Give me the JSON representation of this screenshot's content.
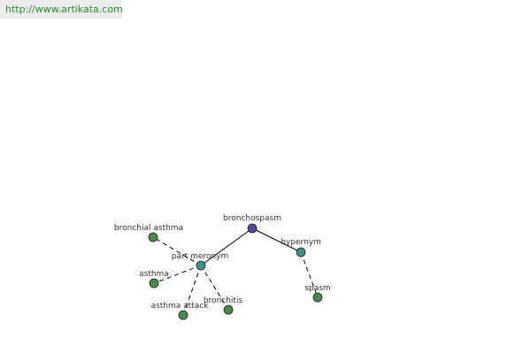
{
  "site_link": {
    "text": "http://www.artikata.com"
  },
  "colors": {
    "root": "#4a4f9c",
    "relation": "#3f8f8a",
    "leaf": "#4c8a4c",
    "edge": "#000000",
    "link": "#2e8b2e"
  },
  "graph": {
    "nodes": [
      {
        "id": "bronchospasm",
        "label": "bronchospasm",
        "kind": "root"
      },
      {
        "id": "part-meronym",
        "label": "part meronym",
        "kind": "relation"
      },
      {
        "id": "hypernym",
        "label": "hypernym",
        "kind": "relation"
      },
      {
        "id": "bronchial-asthma",
        "label": "bronchial asthma",
        "kind": "leaf"
      },
      {
        "id": "asthma",
        "label": "asthma",
        "kind": "leaf"
      },
      {
        "id": "asthma-attack",
        "label": "asthma attack",
        "kind": "leaf"
      },
      {
        "id": "bronchitis",
        "label": "bronchitis",
        "kind": "leaf"
      },
      {
        "id": "spasm",
        "label": "spasm",
        "kind": "leaf"
      }
    ],
    "edges": [
      {
        "from": "bronchospasm",
        "to": "part-meronym",
        "style": "solid"
      },
      {
        "from": "bronchospasm",
        "to": "hypernym",
        "style": "solid"
      },
      {
        "from": "part-meronym",
        "to": "bronchial-asthma",
        "style": "dashed"
      },
      {
        "from": "part-meronym",
        "to": "asthma",
        "style": "dashed"
      },
      {
        "from": "part-meronym",
        "to": "asthma-attack",
        "style": "dashed"
      },
      {
        "from": "part-meronym",
        "to": "bronchitis",
        "style": "dashed"
      },
      {
        "from": "hypernym",
        "to": "spasm",
        "style": "dashed"
      }
    ]
  }
}
